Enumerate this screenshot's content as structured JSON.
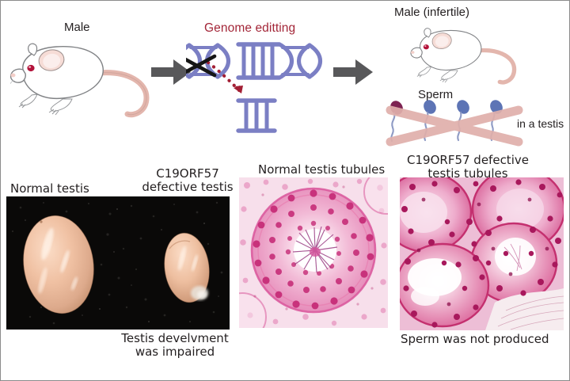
{
  "figure": {
    "title_visible": false,
    "border_color": "#8b8b8b",
    "background": "#ffffff"
  },
  "top_panel": {
    "male_label": "Male",
    "genome_editing_label": "Genome editting",
    "genome_editing_color": "#a32638",
    "male_infertile_label": "Male (infertile)",
    "sperm_label": "Sperm",
    "in_a_testis_label": "in a testis",
    "arrow_color": "#58585a",
    "dna_color": "#7b7fc4",
    "scissors_color": "#151515",
    "cut_arrow_color": "#a31f34",
    "mouse_body_color": "#ffffff",
    "mouse_outline_color": "#808285",
    "mouse_tail_color": "#e3b6ad",
    "mouse_eye_color": "#b3123a",
    "mouse_ear_color": "#f2cfc8",
    "sperm_head_colors": [
      "#7d2352",
      "#5d74b5",
      "#5d74b5",
      "#5d74b5"
    ],
    "sperm_cross_color": "#e0afab",
    "sperm_tail_color": "#8e9ac4",
    "sperm_count": 4
  },
  "bottom_panel": {
    "testis_photo": {
      "label_left": "Normal testis",
      "label_right": "C19ORF57 defective testis",
      "caption": "Testis develvment was impaired",
      "background_color": "#0b0a09",
      "specimen_color": "#e8b79a"
    },
    "normal_tubules": {
      "label": "Normal testis tubules",
      "stain_color": "#d44f8f"
    },
    "defective_tubules": {
      "label": "C19ORF57 defective testis tubules",
      "caption": "Sperm was not produced",
      "stain_color": "#c93b6e"
    }
  }
}
